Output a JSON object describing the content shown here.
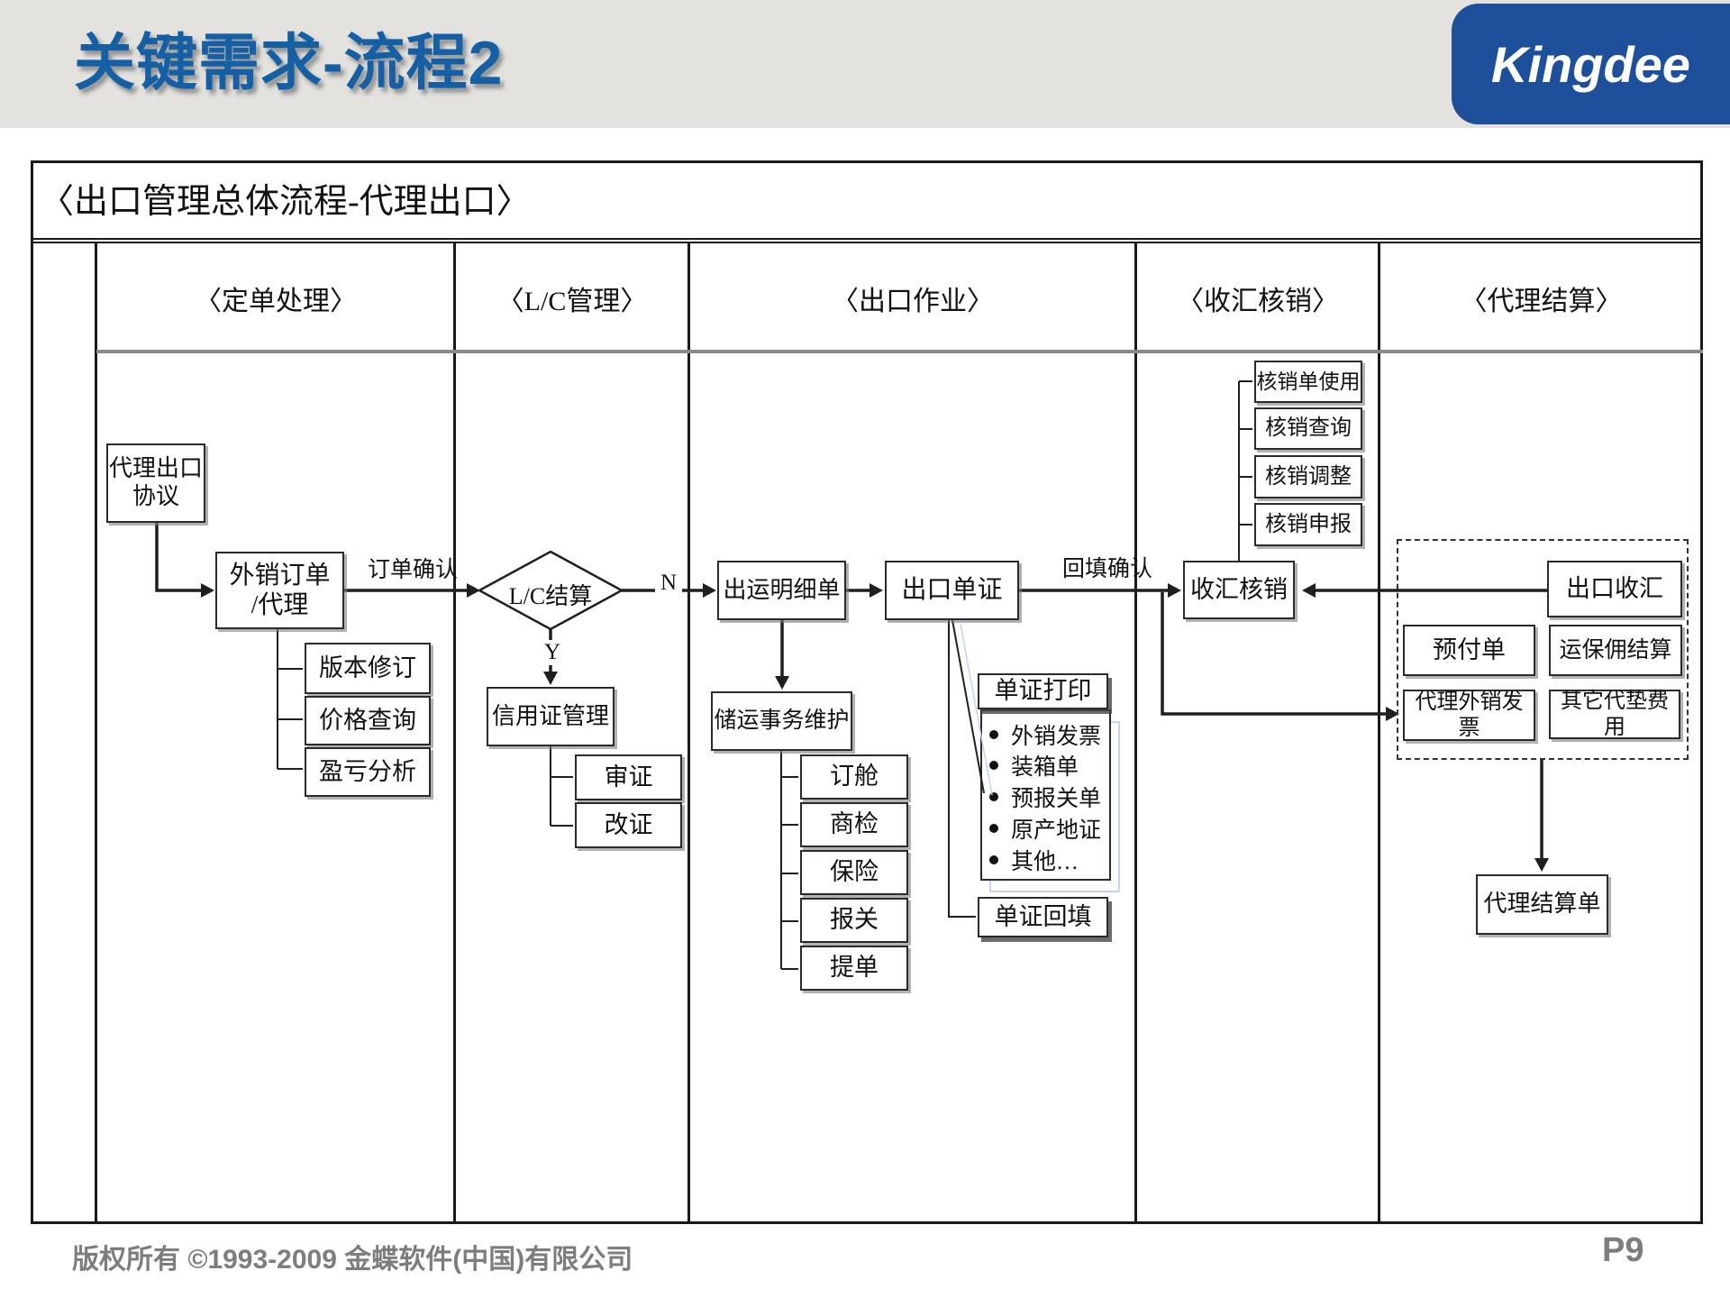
{
  "slide": {
    "title": "关键需求-流程2",
    "logo": "Kingdee",
    "footer": "版权所有 ©1993-2009 金蝶软件(中国)有限公司",
    "page": "P9"
  },
  "colors": {
    "title_blue": "#155fa5",
    "logo_blue": "#1e4f9b",
    "line_black": "#1f1f1f",
    "footer_gray": "#7d7d7d"
  },
  "diagram": {
    "title": "〈出口管理总体流程-代理出口〉",
    "lanes": [
      "〈定单处理〉",
      "〈L/C管理〉",
      "〈出口作业〉",
      "〈收汇核销〉",
      "〈代理结算〉"
    ],
    "nodes": {
      "agreement": [
        "代理出口",
        "协议"
      ],
      "sales_order": [
        "外销订单",
        "/代理"
      ],
      "version": "版本修订",
      "price_query": "价格查询",
      "profit_analysis": "盈亏分析",
      "lc_decision": "L/C结算",
      "lc_mgmt": "信用证管理",
      "audit_cert": "审证",
      "amend_cert": "改证",
      "shipping_detail": "出运明细单",
      "export_docs": "出口单证",
      "storage_affairs": "储运事务维护",
      "booking": "订舱",
      "inspection": "商检",
      "insurance": "保险",
      "customs": "报关",
      "lading": "提单",
      "doc_print": "单证打印",
      "doc_backfill": "单证回填",
      "hx_use": "核销单使用",
      "hx_query": "核销查询",
      "hx_adjust": "核销调整",
      "hx_declare": "核销申报",
      "receipt_hx": "收汇核销",
      "export_receipt": "出口收汇",
      "prepay": "预付单",
      "freight_settle": "运保佣结算",
      "agency_invoice": "代理外销发票",
      "other_fees": "其它代垫费用",
      "agency_settle": "代理结算单"
    },
    "doc_print_items": [
      "外销发票",
      "装箱单",
      "预报关单",
      "原产地证",
      "其他…"
    ],
    "edge_labels": {
      "order_confirm": "订单确认",
      "backfill_confirm": "回填确认",
      "yes": "Y",
      "no": "N"
    }
  }
}
